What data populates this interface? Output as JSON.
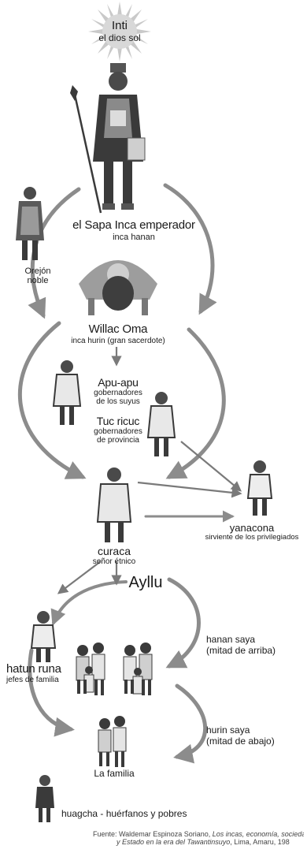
{
  "sun": {
    "title": "Inti",
    "subtitle": "el dios sol"
  },
  "emperor": {
    "title": "el Sapa Inca emperador",
    "subtitle": "inca hanan"
  },
  "orejon": {
    "line1": "Orejón",
    "line2": "noble"
  },
  "priest": {
    "title": "Willac Oma",
    "subtitle": "inca hurin (gran sacerdote)"
  },
  "apu": {
    "title": "Apu-apu",
    "line1": "gobernadores",
    "line2": "de los suyus"
  },
  "tucricuc": {
    "title": "Tuc ricuc",
    "line1": "gobernadores",
    "line2": "de provincia"
  },
  "yanacona": {
    "title": "yanacona",
    "subtitle": "sirviente de los privilegiados"
  },
  "curaca": {
    "title": "curaca",
    "subtitle": "señor étnico"
  },
  "ayllu": {
    "title": "Ayllu"
  },
  "hatun": {
    "title": "hatun runa",
    "subtitle": "jefes de familia"
  },
  "hanan": {
    "line1": "hanan saya",
    "line2": "(mitad de arriba)"
  },
  "hurin": {
    "line1": "hurin saya",
    "line2": "(mitad de abajo)"
  },
  "familia": {
    "title": "La familia"
  },
  "huagcha": {
    "title": "huagcha - huérfanos y pobres"
  },
  "source": {
    "prefix": "Fuente: Waldemar Espinoza Soriano, ",
    "italic1": "Los incas, economía, sociedad",
    "italic2": "y Estado en la era del Tawantinsuyo",
    "suffix": ", Lima, Amaru, 198"
  },
  "colors": {
    "ink": "#1a1a1a",
    "arrow": "#8c8c8c",
    "sun": "#bdbdbd",
    "figure": "#3a3a3a",
    "tunic": "#e6e6e6"
  }
}
